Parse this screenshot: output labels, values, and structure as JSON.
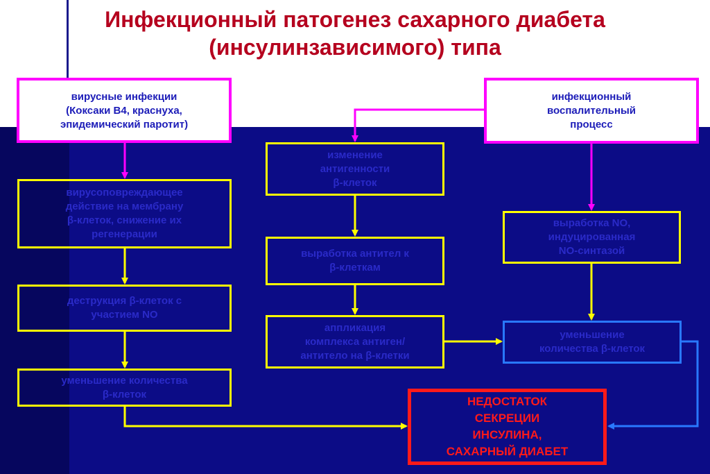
{
  "title": {
    "line1": "Инфекционный патогенез сахарного диабета",
    "line2": "(инсулинзависимого) типа"
  },
  "boxes": {
    "viral_infections": "вирусные инфекции\n(Коксаки В4, краснуха,\nэпидемический паротит)",
    "inflammatory_process": "инфекционный\nвоспалительный\nпроцесс",
    "virus_damage": "вирусоповреждающее\nдействие на мембрану\nβ-клеток, снижение их\nрегенерации",
    "beta_destruction": "деструкция β-клеток с\nучастием NO",
    "beta_decrease_left": "уменьшение количества\nβ-клеток",
    "antigenicity_change": "изменение\nантигенности\nβ-клеток",
    "antibody_production": "выработка антител к\nβ-клеткам",
    "complex_application": "аппликация\nкомплекса антиген/\nантитело на β-клетки",
    "no_production": "выработка NO,\nиндуцированная\nNO-синтазой",
    "beta_decrease_right": "уменьшение\nколичества β-клеток",
    "insulin_deficiency": "НЕДОСТАТОК\nСЕКРЕЦИИ\nИНСУЛИНА,\nСАХАРНЫЙ ДИАБЕТ"
  },
  "colors": {
    "title": "#b5001e",
    "magenta": "#ff00ff",
    "yellow": "#ffff00",
    "blue": "#2979ff",
    "red": "#ff1a1a",
    "background": "#0c0c86"
  }
}
